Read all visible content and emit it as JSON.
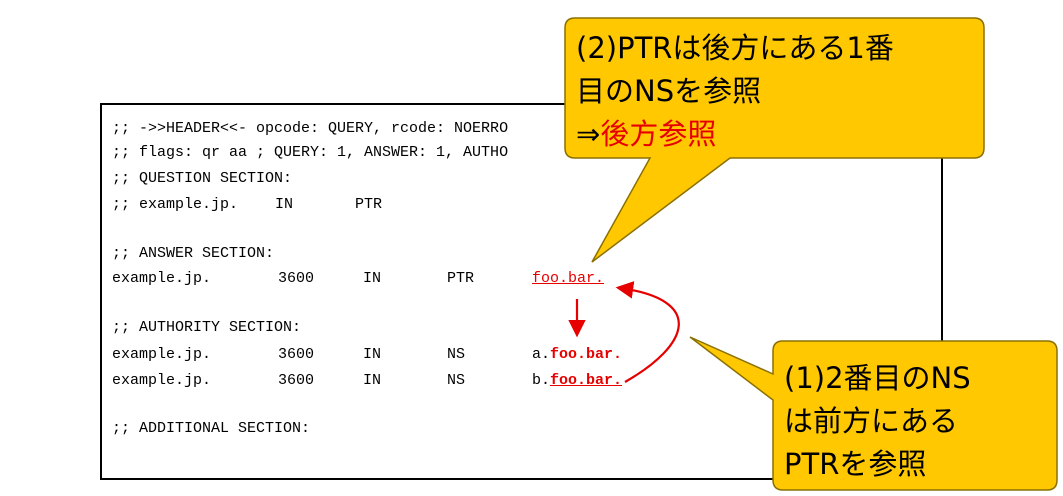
{
  "dig": {
    "header_line": ";; ->>HEADER<<- opcode: QUERY, rcode: NOERRO",
    "flags_line": ";; flags: qr aa ; QUERY: 1, ANSWER: 1, AUTHO",
    "question_title": ";; QUESTION SECTION:",
    "question_row": {
      "name": ";; example.jp.",
      "class": "IN",
      "type": "PTR"
    },
    "answer_title": ";; ANSWER SECTION:",
    "answer_row": {
      "name": "example.jp.",
      "ttl": "3600",
      "class": "IN",
      "type": "PTR",
      "data": "foo.bar."
    },
    "authority_title": ";; AUTHORITY SECTION:",
    "authority_rows": [
      {
        "name": "example.jp.",
        "ttl": "3600",
        "class": "IN",
        "type": "NS",
        "prefix": "a.",
        "data": "foo.bar."
      },
      {
        "name": "example.jp.",
        "ttl": "3600",
        "class": "IN",
        "type": "NS",
        "prefix": "b.",
        "data": "foo.bar."
      }
    ],
    "additional_title": ";; ADDITIONAL SECTION:"
  },
  "callout_top": {
    "line1": "(2)PTRは後方にある1番",
    "line2": "目のNSを参照",
    "line3_prefix": "⇒",
    "line3_emph": "後方参照"
  },
  "callout_bottom": {
    "line1": "(1)2番目のNS",
    "line2": "は前方にある",
    "line3": "PTRを参照"
  },
  "colors": {
    "callout_fill": "#ffc800",
    "callout_stroke": "#8a7000",
    "accent_red": "#e60000"
  }
}
